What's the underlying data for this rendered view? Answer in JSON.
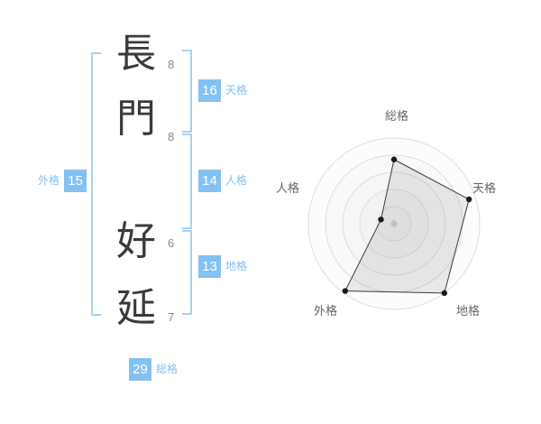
{
  "name": {
    "characters": [
      {
        "char": "長",
        "strokes": "8"
      },
      {
        "char": "門",
        "strokes": "8"
      },
      {
        "char": "好",
        "strokes": "6"
      },
      {
        "char": "延",
        "strokes": "7"
      }
    ]
  },
  "scores": {
    "tenkaku": {
      "value": "16",
      "label": "天格"
    },
    "jinkaku": {
      "value": "14",
      "label": "人格"
    },
    "chikaku": {
      "value": "13",
      "label": "地格"
    },
    "gaikaku": {
      "value": "15",
      "label": "外格"
    },
    "soukaku": {
      "value": "29",
      "label": "総格"
    }
  },
  "colors": {
    "accent_blue": "#83c1f2",
    "bracket_blue": "#a6d2f5",
    "kanji_text": "#3a3a3a",
    "stroke_count_text": "#888888",
    "ring_stroke": "#dddddd",
    "polygon_stroke": "#3a3a3a",
    "dot_fill": "#1a1a1a",
    "center_marker": "#bfbfbf"
  },
  "chart_data": {
    "type": "radar",
    "title": "",
    "axes": [
      "総格",
      "天格",
      "地格",
      "外格",
      "人格"
    ],
    "values": [
      29,
      16,
      13,
      15,
      14
    ],
    "radii_fraction": [
      0.75,
      0.92,
      1.0,
      0.97,
      0.16
    ],
    "rings": 5,
    "start_angle_deg": -90,
    "legend": "none",
    "grid": "concentric-circles"
  }
}
